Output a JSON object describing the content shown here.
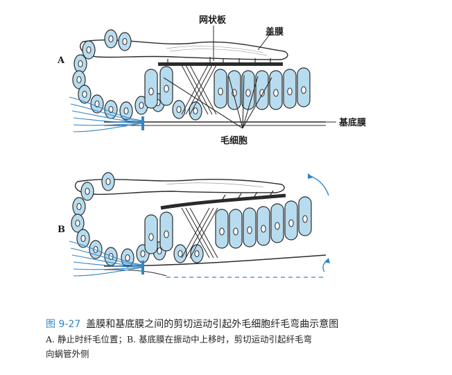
{
  "panels": [
    {
      "letter": "A",
      "labels": {
        "reticular_lamina": "网状板",
        "tectorial_membrane": "盖膜",
        "basilar_membrane": "基底膜",
        "hair_cell": "毛细胞"
      }
    },
    {
      "letter": "B"
    }
  ],
  "caption": {
    "figure_number": "图 9-27",
    "title": "盖膜和基底膜之间的剪切运动引起外毛细胞纤毛弯曲示意图",
    "body_line1": "A. 静止时纤毛位置；B. 基底膜在振动中上移时，剪切运动引起纤毛弯",
    "body_line2": "向蜗管外侧"
  },
  "colors": {
    "cell_fill": "#b8dcef",
    "stroke": "#2a2a2a",
    "accent": "#2f86c8",
    "nerve": "#2f86c8"
  }
}
